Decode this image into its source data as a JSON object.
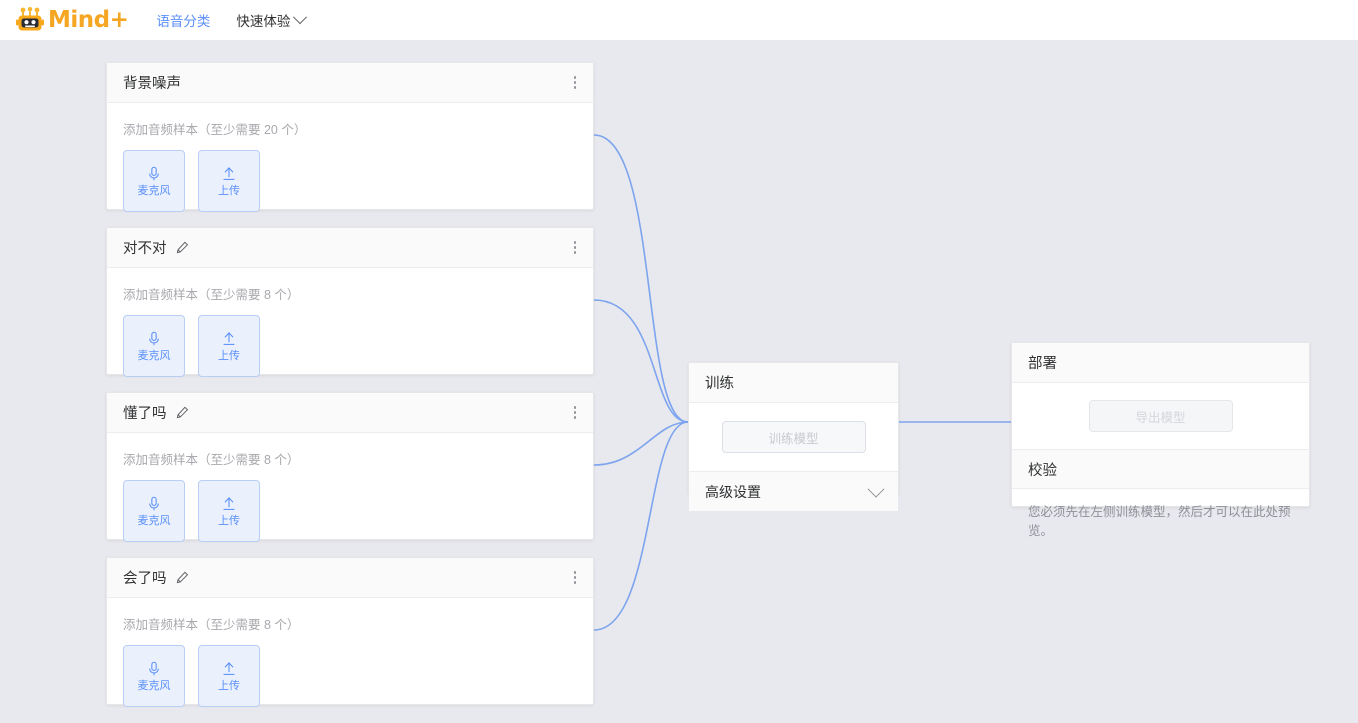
{
  "header": {
    "brand": "Mind+",
    "logo_icon": "robot-head-icon",
    "nav": [
      {
        "label": "语音分类",
        "active": true,
        "has_chevron": false
      },
      {
        "label": "快速体验",
        "active": false,
        "has_chevron": true
      }
    ]
  },
  "classes": [
    {
      "title": "背景噪声",
      "editable": false,
      "hint": "添加音频样本（至少需要 20 个）",
      "min_samples": 20,
      "buttons": [
        {
          "label": "麦克风",
          "icon": "microphone-icon"
        },
        {
          "label": "上传",
          "icon": "upload-arrow-icon"
        }
      ]
    },
    {
      "title": "对不对",
      "editable": true,
      "hint": "添加音频样本（至少需要 8 个）",
      "min_samples": 8,
      "buttons": [
        {
          "label": "麦克风",
          "icon": "microphone-icon"
        },
        {
          "label": "上传",
          "icon": "upload-arrow-icon"
        }
      ]
    },
    {
      "title": "懂了吗",
      "editable": true,
      "hint": "添加音频样本（至少需要 8 个）",
      "min_samples": 8,
      "buttons": [
        {
          "label": "麦克风",
          "icon": "microphone-icon"
        },
        {
          "label": "上传",
          "icon": "upload-arrow-icon"
        }
      ]
    },
    {
      "title": "会了吗",
      "editable": true,
      "hint": "添加音频样本（至少需要 8 个）",
      "min_samples": 8,
      "buttons": [
        {
          "label": "麦克风",
          "icon": "microphone-icon"
        },
        {
          "label": "上传",
          "icon": "upload-arrow-icon"
        }
      ]
    }
  ],
  "training": {
    "title": "训练",
    "train_button": "训练模型",
    "train_button_disabled": true,
    "advanced_label": "高级设置",
    "advanced_expanded": false
  },
  "deploy": {
    "title": "部署",
    "export_button": "导出模型",
    "export_button_disabled": true,
    "verify_title": "校验",
    "verify_note": "您必须先在左侧训练模型，然后才可以在此处预览。"
  },
  "colors": {
    "page_background": "#e8e9ee",
    "accent_blue": "#5b8ff9",
    "connector_blue": "#7da4ee",
    "brand_orange": "#f5a623",
    "card_white": "#ffffff",
    "card_header": "#fafafa",
    "muted_text": "#a8a8ae"
  }
}
